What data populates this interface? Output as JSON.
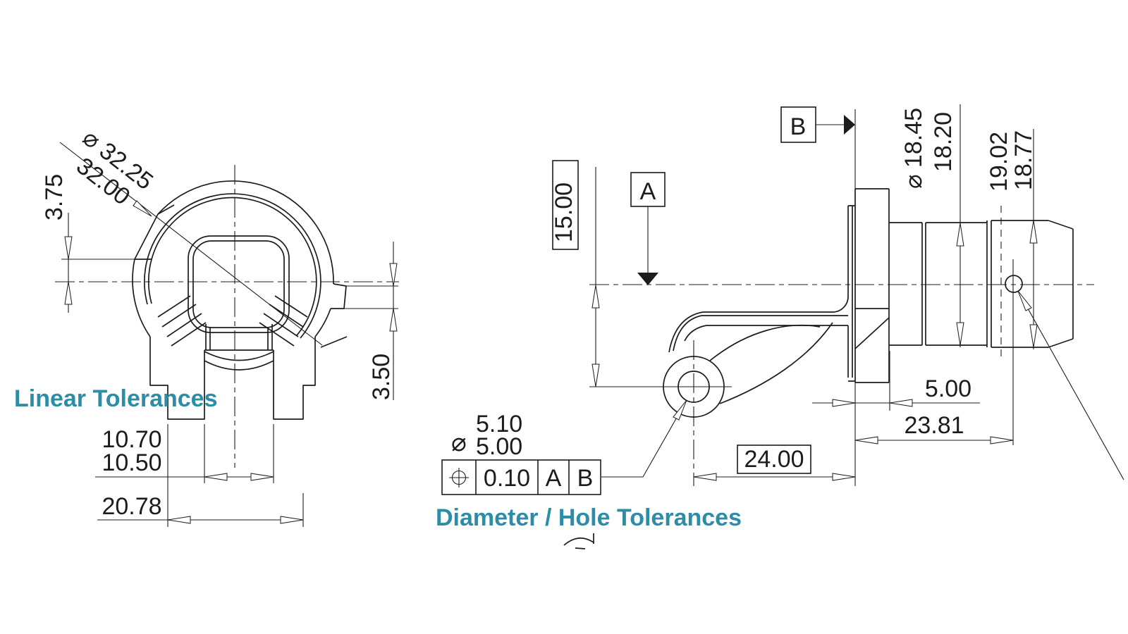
{
  "drawing": {
    "left_view": {
      "diameter_callout": {
        "symbol": "⌀",
        "upper": "32.25",
        "lower": "32.00"
      },
      "dim_offset_top": "3.75",
      "dim_tab": "3.50",
      "dim_slot_upper": "10.70",
      "dim_slot_lower": "10.50",
      "dim_width": "20.78"
    },
    "right_view": {
      "dim_basic_height": "15.00",
      "datum_a": "A",
      "datum_b": "B",
      "dia_shaft": {
        "symbol": "⌀",
        "upper": "18.45",
        "lower": "18.20"
      },
      "dia_end": {
        "upper": "19.02",
        "lower": "18.77"
      },
      "dim_flange": "5.00",
      "dim_length": "23.81",
      "dim_basic_length": "24.00",
      "hole_callout": {
        "symbol": "⌀",
        "upper": "5.10",
        "lower": "5.00"
      },
      "fcf": {
        "symbol_name": "position-symbol",
        "tolerance": "0.10",
        "datum_1": "A",
        "datum_2": "B"
      }
    },
    "labels": {
      "linear": "Linear Tolerances",
      "diameter": "Diameter / Hole Tolerances"
    },
    "colors": {
      "accent": "#2e8da6",
      "line": "#1c1c1c",
      "background": "#ffffff"
    }
  }
}
